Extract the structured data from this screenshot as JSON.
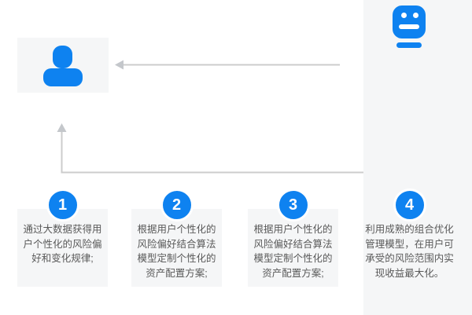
{
  "diagram": {
    "background": "#ffffff",
    "colors": {
      "accent_blue": "#0e82f0",
      "panel_gray": "#f5f6f7",
      "arrow_gray": "#cccccc",
      "text_gray": "#595959"
    },
    "actors": {
      "user": {
        "icon": "person-icon"
      },
      "robot": {
        "icon": "robot-icon"
      }
    },
    "arrows": [
      {
        "name": "robot-to-user",
        "direction": "left"
      },
      {
        "name": "feedback-loop",
        "direction": "up"
      }
    ],
    "steps": [
      {
        "number": "1",
        "text": "通过大数据获得用户个性化的风险偏好和变化规律;",
        "lines": [
          "通过大数据获得用",
          "户个性化的风险偏",
          "好和变化规律;"
        ]
      },
      {
        "number": "2",
        "text": "根据用户个性化的风险偏好结合算法模型定制个性化的资产配置方案;",
        "lines": [
          "根据用户个性化的",
          "风险偏好结合算法",
          "模型定制个性化的",
          "资产配置方案;"
        ]
      },
      {
        "number": "3",
        "text": "根据用户个性化的风险偏好结合算法模型定制个性化的资产配置方案;",
        "lines": [
          "根据用户个性化的",
          "风险偏好结合算法",
          "模型定制个性化的",
          "资产配置方案;"
        ]
      },
      {
        "number": "4",
        "text": "利用成熟的组合优化管理模型，在用户可承受的风险范围内实现收益最大化。",
        "lines": [
          "利用成熟的组合优化",
          "管理模型，在用户可",
          "承受的风险范围内实",
          "现收益最大化。"
        ]
      }
    ]
  }
}
